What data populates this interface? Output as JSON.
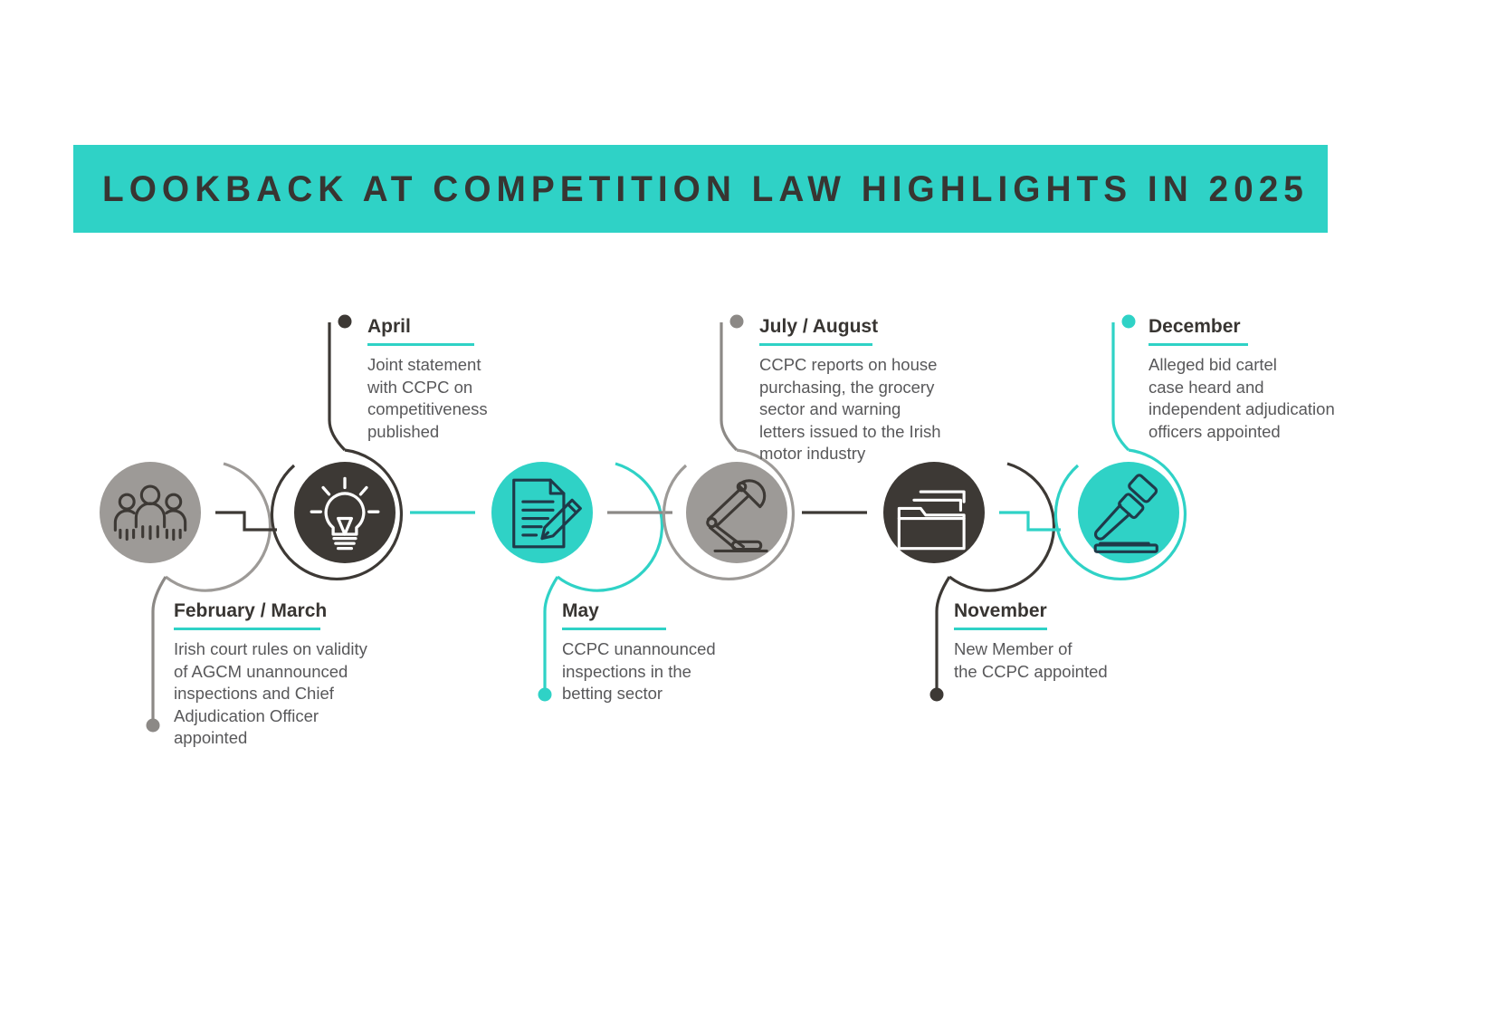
{
  "header": {
    "title": "LOOKBACK AT COMPETITION LAW HIGHLIGHTS IN 2025",
    "band_color": "#2FD2C6",
    "title_color": "#383532"
  },
  "palette": {
    "teal": "#2FD2C6",
    "teal_dark": "#27C3B6",
    "gray": "#9D9A97",
    "gray_line": "#8C8986",
    "charcoal": "#3D3935",
    "icon_navy": "#1F3A4A",
    "body_text": "#58585A",
    "heading_text": "#383532",
    "white": "#FFFFFF"
  },
  "milestones": [
    {
      "id": "february-march",
      "title": "February / March",
      "body": "Irish court rules on validity\nof AGCM unannounced\ninspections and Chief\nAdjudication Officer\nappointed",
      "icon": "people-group-icon",
      "circle_fill": "#9D9A97",
      "ring_color": "#9D9A97",
      "icon_color": "#3D3935",
      "caption_position": "below",
      "connector_color": "#8C8986"
    },
    {
      "id": "april",
      "title": "April",
      "body": "Joint statement\nwith CCPC on\ncompetitiveness\npublished",
      "icon": "lightbulb-icon",
      "circle_fill": "#3D3935",
      "ring_color": "#3D3935",
      "icon_color": "#FFFFFF",
      "caption_position": "above",
      "connector_color": "#3D3935"
    },
    {
      "id": "may",
      "title": "May",
      "body": "CCPC unannounced\ninspections in the\nbetting sector",
      "icon": "document-pencil-icon",
      "circle_fill": "#2FD2C6",
      "ring_color": "#2FD2C6",
      "icon_color": "#1F3A4A",
      "caption_position": "below",
      "connector_color": "#2FD2C6"
    },
    {
      "id": "july-august",
      "title": "July / August",
      "body": "CCPC reports on house\npurchasing, the grocery\nsector and warning\nletters issued to the Irish\nmotor industry",
      "icon": "desk-lamp-icon",
      "circle_fill": "#9D9A97",
      "ring_color": "#9D9A97",
      "icon_color": "#3D3935",
      "caption_position": "above",
      "connector_color": "#8C8986"
    },
    {
      "id": "november",
      "title": "November",
      "body": "New Member of\nthe CCPC appointed",
      "icon": "folder-files-icon",
      "circle_fill": "#3D3935",
      "ring_color": "#3D3935",
      "icon_color": "#FFFFFF",
      "caption_position": "below",
      "connector_color": "#3D3935"
    },
    {
      "id": "december",
      "title": "December",
      "body": "Alleged bid cartel\ncase heard and\nindependent adjudication\nofficers appointed",
      "icon": "gavel-icon",
      "circle_fill": "#2FD2C6",
      "ring_color": "#2FD2C6",
      "icon_color": "#1F3A4A",
      "caption_position": "above",
      "connector_color": "#2FD2C6"
    }
  ]
}
